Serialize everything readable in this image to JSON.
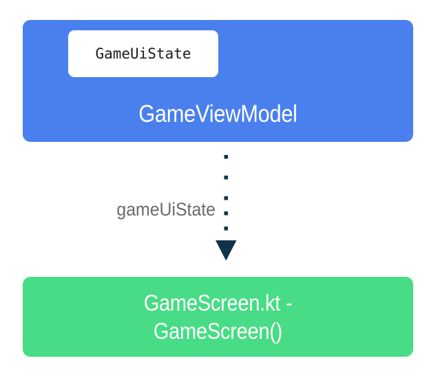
{
  "diagram": {
    "title": "GameViewModel to GameScreen state flow",
    "background_color": "#ffffff",
    "nodes": {
      "viewmodel": {
        "label": "GameViewModel",
        "color": "#4a80ee",
        "text_color": "#ffffff",
        "chip": {
          "label": "GameUiState",
          "color": "#ffffff",
          "text_color": "#1b1b1b"
        }
      },
      "screen": {
        "label": "GameScreen.kt -\nGameScreen()",
        "line1": "GameScreen.kt -",
        "line2": "GameScreen()",
        "color": "#47dc85",
        "text_color": "#ffffff"
      }
    },
    "connector": {
      "label": "gameUiState",
      "label_color": "#6b6b6b",
      "line_style": "dotted",
      "line_color": "#103349",
      "arrow_color": "#103349",
      "arrow_direction": "down",
      "dot_count": 5
    }
  }
}
